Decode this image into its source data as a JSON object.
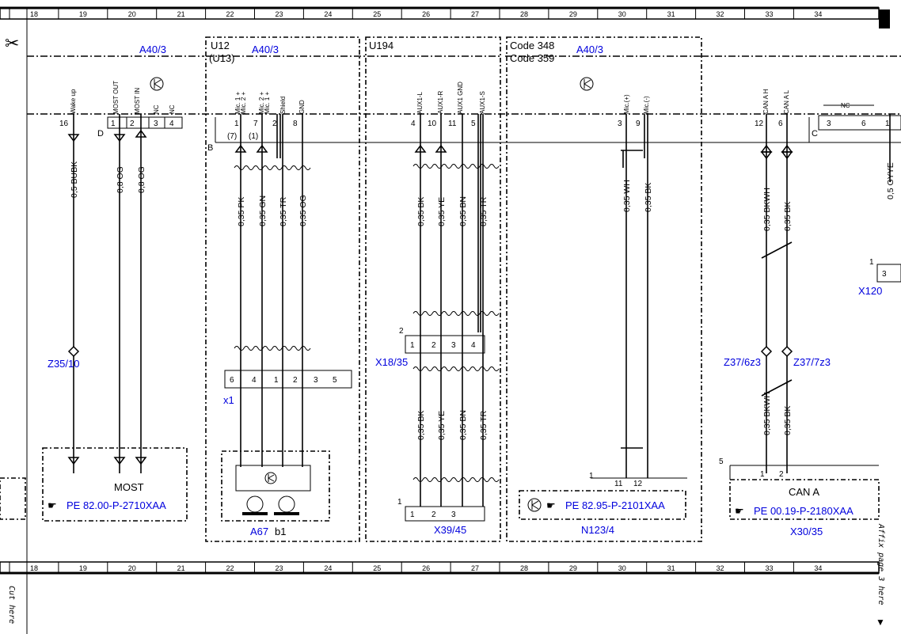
{
  "grid": [
    "18",
    "19",
    "20",
    "21",
    "22",
    "23",
    "24",
    "25",
    "26",
    "27",
    "28",
    "29",
    "30",
    "31",
    "32",
    "33",
    "34"
  ],
  "side": {
    "cut_here": "Cut here",
    "affix": "Affix page 3 here",
    "arrow": "▼"
  },
  "components": {
    "a40_3": "A40/3",
    "u12": "U12",
    "u13": "(U13)",
    "u194": "U194",
    "code348": "Code 348",
    "code359": "Code 359",
    "z35_10": "Z35/10",
    "x18_35": "X18/35",
    "x1": "x1",
    "a67": "A67",
    "b1": "b1",
    "x39_45": "X39/45",
    "n123_4": "N123/4",
    "z37_6z3": "Z37/6z3",
    "z37_7z3": "Z37/7z3",
    "x30_35": "X30/35",
    "x120": "X120",
    "most": "MOST",
    "can_a": "CAN A",
    "pe_most": "PE 82.00-P-2710XAA",
    "pe_n123": "PE 82.95-P-2101XAA",
    "pe_can": "PE 00.19-P-2180XAA",
    "label_b": "B",
    "label_c": "C",
    "label_d": "D",
    "nc_mid": "NC"
  },
  "pins_top": {
    "wake_up": "Wake up",
    "most_out": "MOST OUT",
    "most_in": "MOST IN",
    "nc": "NC",
    "mic1p": "Mic. 1 +",
    "mic2p": "Mic. 2 +",
    "mic2m": "Mic. 2 +",
    "mic1m": "Mic. 1 +",
    "shield": "Shield",
    "gnd": "GND",
    "auxl": "AUX1-L",
    "auxr": "AUX1-R",
    "auxgnd": "AUX1 GND",
    "auxs": "AUX1-S",
    "micp": "Mic.(+)",
    "micm": "Mic.(-)",
    "canh": "CAN A H",
    "canl": "CAN A L"
  },
  "wires": {
    "w_bubk": "0,5 BUBK",
    "w_og1": "0,8 OG",
    "w_og2": "0,8 OG",
    "w_pk": "0,35 PK",
    "w_gn": "0,35 GN",
    "w_tr1": "0,35 TR",
    "w_og3": "0,35 OG",
    "w_bk1": "0,35 BK",
    "w_ye1": "0,35 YE",
    "w_bn1": "0,35 BN",
    "w_tr2": "0,35 TR",
    "w_bk2": "0,35 BK",
    "w_ye2": "0,35 YE",
    "w_bn2": "0,35 BN",
    "w_tr3": "0,35 TR",
    "w_wh": "0,35 WH",
    "w_bk3": "0,35 BK",
    "w_bkwh1": "0,35 BKWH",
    "w_bk4": "0,35 BK",
    "w_bkwh2": "0,35 BKWH",
    "w_bk5": "0,35 BK",
    "w_gyye": "0,5 GYYE"
  },
  "pins": {
    "p16": "16",
    "p1a": "1",
    "p2a": "2",
    "p3a": "3",
    "p4a": "4",
    "p1b": "1",
    "p7": "7",
    "p2b": "2",
    "p8": "8",
    "p7p": "(7)",
    "p1p": "(1)",
    "p4b": "4",
    "p10": "10",
    "p11": "11",
    "p5": "5",
    "p3b": "3",
    "p9": "9",
    "p12": "12",
    "p6": "6",
    "p3c": "3",
    "p6c": "6",
    "p1c": "1",
    "x18_1": "1",
    "x18_2": "2",
    "x18_3": "3",
    "x18_4": "4",
    "x18_n": "2",
    "x1_6": "6",
    "x1_4": "4",
    "x1_1": "1",
    "x1_2": "2",
    "x1_3": "3",
    "x1_5": "5",
    "x39_1": "1",
    "x39_2": "2",
    "x39_3": "3",
    "x39_n": "1",
    "n123_11": "11",
    "n123_12": "12",
    "n123_n": "1",
    "x30_1": "1",
    "x30_2": "2",
    "x30_n": "5",
    "x120_1": "1",
    "x120_3": "3"
  }
}
